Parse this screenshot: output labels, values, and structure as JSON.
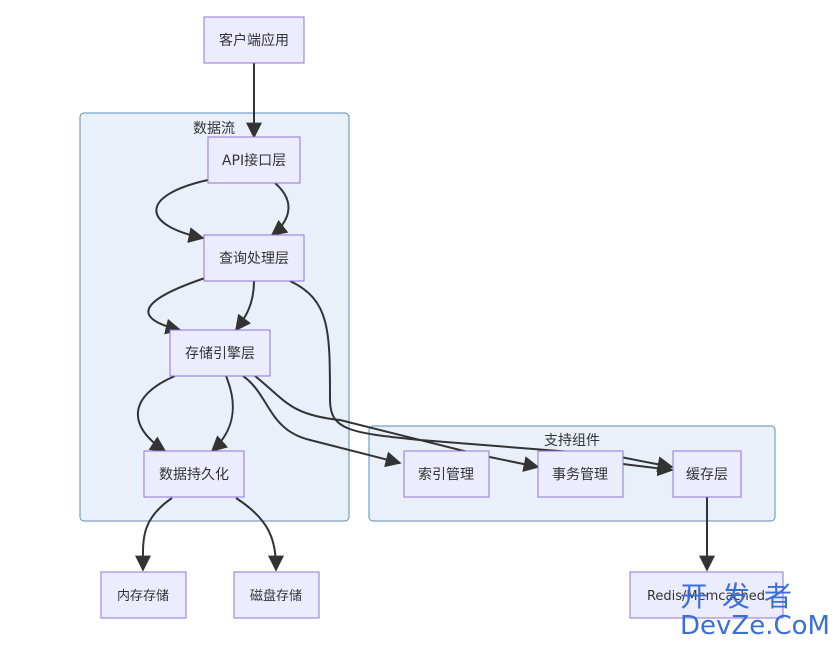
{
  "clusters": {
    "data_flow": "数据流",
    "support": "支持组件"
  },
  "nodes": {
    "client": "客户端应用",
    "api": "API接口层",
    "query": "查询处理层",
    "storage": "存储引擎层",
    "persist": "数据持久化",
    "memory": "内存存储",
    "disk": "磁盘存储",
    "index": "索引管理",
    "txn": "事务管理",
    "cache": "缓存层",
    "redis": "Redis/Memcached"
  },
  "watermark": {
    "cn": "开发者",
    "en": "DevZe.CoM"
  },
  "colors": {
    "node_fill": "#ECECFF",
    "node_stroke": "#9370DB",
    "cluster_fill": "#EAF0FA",
    "cluster_stroke": "#5B8DB8",
    "edge": "#333333",
    "watermark": "#3A6FD8"
  }
}
